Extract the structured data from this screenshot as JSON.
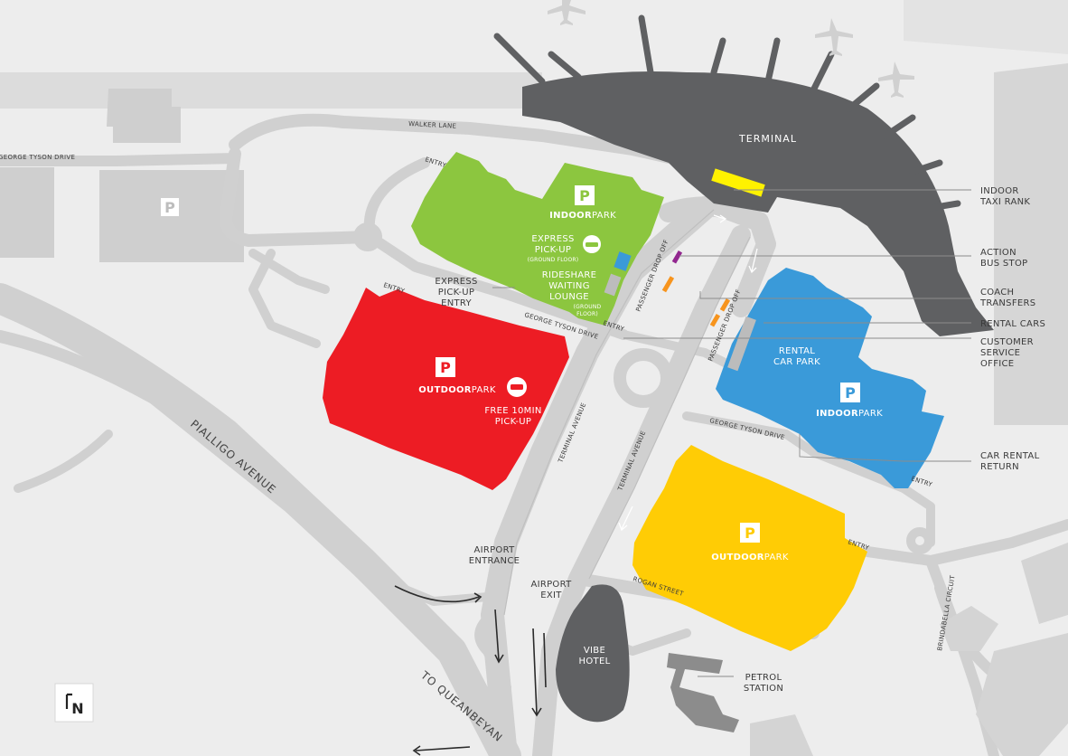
{
  "terminal": {
    "label": "TERMINAL"
  },
  "roads": {
    "walker_lane": "WALKER LANE",
    "george_tyson_drive": "GEORGE TYSON DRIVE",
    "george_tyson_drive_left": "GEORGE TYSON DRIVE",
    "george_tyson_drive_right": "GEORGE TYSON DRIVE",
    "terminal_avenue_1": "TERMINAL AVENUE",
    "terminal_avenue_2": "TERMINAL AVENUE",
    "pialligo_avenue": "PIALLIGO AVENUE",
    "to_queanbeyan": "TO QUEANBEYAN",
    "rogan_street": "ROGAN STREET",
    "brindabella_circuit": "BRINDABELLA CIRCUIT",
    "passenger_drop_off_1": "PASSENGER DROP OFF",
    "passenger_drop_off_2": "PASSENGER DROP OFF"
  },
  "car_parks": {
    "green": {
      "symbol": "P",
      "name_bold": "INDOOR",
      "name_rest": "PARK",
      "color": "#8cc63f"
    },
    "red": {
      "symbol": "P",
      "name_bold": "OUTDOOR",
      "name_rest": "PARK",
      "color": "#ed1c24"
    },
    "blue": {
      "symbol": "P",
      "name_bold": "INDOOR",
      "name_rest": "PARK",
      "color": "#3a9ad9"
    },
    "yellow": {
      "symbol": "P",
      "name_bold": "OUTDOOR",
      "name_rest": "PARK",
      "color": "#ffcc05"
    },
    "west": {
      "symbol": "P"
    }
  },
  "labels": {
    "express_pickup_line1": "EXPRESS",
    "express_pickup_line2": "PICK-UP",
    "express_pickup_sub": "(GROUND FLOOR)",
    "rideshare_line1": "RIDESHARE",
    "rideshare_line2": "WAITING",
    "rideshare_line3": "LOUNGE",
    "rideshare_sub1": "(GROUND",
    "rideshare_sub2": "FLOOR)",
    "express_entry_line1": "EXPRESS",
    "express_entry_line2": "PICK-UP",
    "express_entry_line3": "ENTRY",
    "free_pickup_line1": "FREE 10MIN",
    "free_pickup_line2": "PICK-UP",
    "rental_car_park_line1": "RENTAL",
    "rental_car_park_line2": "CAR PARK",
    "airport_entrance_line1": "AIRPORT",
    "airport_entrance_line2": "ENTRANCE",
    "airport_exit_line1": "AIRPORT",
    "airport_exit_line2": "EXIT",
    "vibe_hotel_line1": "VIBE",
    "vibe_hotel_line2": "HOTEL",
    "petrol_line1": "PETROL",
    "petrol_line2": "STATION",
    "entry": "ENTRY"
  },
  "legend": {
    "indoor_taxi_rank_1": "INDOOR",
    "indoor_taxi_rank_2": "TAXI RANK",
    "action_bus_stop_1": "ACTION",
    "action_bus_stop_2": "BUS STOP",
    "coach_transfers_1": "COACH",
    "coach_transfers_2": "TRANSFERS",
    "rental_cars": "RENTAL CARS",
    "customer_service_1": "CUSTOMER",
    "customer_service_2": "SERVICE",
    "customer_service_3": "OFFICE",
    "car_rental_return_1": "CAR RENTAL",
    "car_rental_return_2": "RETURN"
  },
  "north_arrow": {
    "label": "N"
  },
  "colors": {
    "background": "#ededed",
    "road": "#d4d4d4",
    "terminal": "#5f6062",
    "building": "#cfcfcf",
    "taxi": "#fff200",
    "bus": "#92278f",
    "coach": "#f7941d"
  }
}
